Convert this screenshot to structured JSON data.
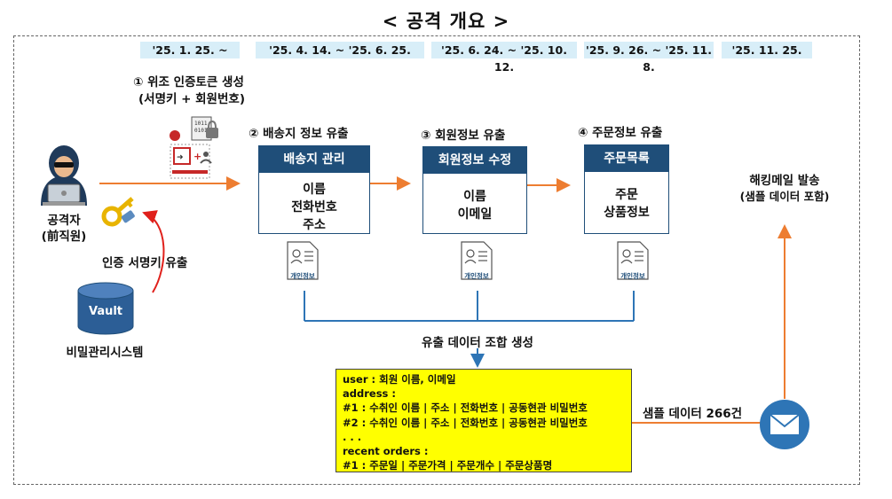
{
  "title": "< 공격 개요 >",
  "dates": [
    "'25. 1. 25. ~",
    "'25. 4. 14. ~ '25. 6. 25.",
    "'25. 6. 24. ~ '25. 10. 12.",
    "'25. 9. 26. ~ '25. 11. 8.",
    "'25. 11. 25."
  ],
  "attacker": {
    "line1": "공격자",
    "line2": "(前직원)"
  },
  "step1": {
    "line1": "① 위조 인증토큰 생성",
    "line2": "(서명키 + 회원번호)"
  },
  "leak_label": "인증 서명키 유출",
  "vault": {
    "label": "Vault",
    "caption": "비밀관리시스템"
  },
  "stages": [
    {
      "title": "② 배송지 정보 유출",
      "header": "배송지 관리",
      "lines": [
        "이름",
        "전화번호",
        "주소"
      ],
      "doc": "개인정보"
    },
    {
      "title": "③ 회원정보 유출",
      "header": "회원정보 수정",
      "lines": [
        "이름",
        "이메일"
      ],
      "doc": "개인정보"
    },
    {
      "title": "④ 주문정보 유출",
      "header": "주문목록",
      "lines": [
        "주문",
        "상품정보"
      ],
      "doc": "개인정보"
    }
  ],
  "combine_label": "유출 데이터 조합 생성",
  "data_lines": [
    "user : 회원 이름, 이메일",
    "address :",
    "#1 : 수취인 이름 | 주소 | 전화번호 | 공동현관 비밀번호",
    "#2 : 수취인 이름 | 주소 | 전화번호 | 공동현관 비밀번호",
    ". . .",
    "recent orders :",
    "#1 : 주문일 | 주문가격 | 주문개수 | 주문상품명"
  ],
  "sample_label": "샘플 데이터 266건",
  "mail": {
    "line1": "해킹메일 발송",
    "line2": "(샘플 데이터 포함)"
  },
  "colors": {
    "navy": "#1f4e79",
    "arrow": "#ed7d31",
    "teal": "#2e75b6",
    "red": "#e0201b",
    "date_bg": "#d8eef8",
    "yellow": "#ffff00"
  }
}
